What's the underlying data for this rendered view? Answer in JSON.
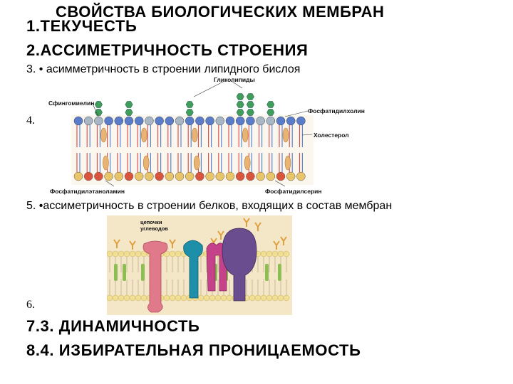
{
  "slide": {
    "title": "СВОЙСТВА БИОЛОГИЧЕСКИХ МЕМБРАН",
    "items": {
      "i1": "1.ТЕКУЧЕСТЬ",
      "i2": "2.АССИМЕТРИЧНОСТЬ СТРОЕНИЯ",
      "i3": "3.  • асимметричность в строении липидного бислоя",
      "i4": "4.",
      "i5": "5.  •ассиметричность в строении белков, входящих в  состав мембран",
      "i6": "6.",
      "i7": "7.3. ДИНАМИЧНОСТЬ",
      "i8": "8.4. ИЗБИРАТЕЛЬНАЯ ПРОНИЦАЕМОСТЬ"
    }
  },
  "lipid_figure": {
    "labels": {
      "glycolipids": "Гликолипиды",
      "sphingomyelin": "Сфингомиелин",
      "phosphatidylcholine": "Фосфатидилхолин",
      "cholesterol": "Холестерол",
      "phosphatidylethanolamine": "Фосфатидилэтаноламин",
      "phosphatidylserine": "Фосфатидилсерин"
    },
    "colors": {
      "sugar": "#3f9e5a",
      "head_blue": "#5b7cc9",
      "head_grey": "#a9b6c4",
      "head_yellow": "#e8c46a",
      "head_red": "#d9553e",
      "cholesterol": "#e9b473"
    }
  },
  "protein_figure": {
    "labels": {
      "carbohydrate_chains": "цепочки\nуглеводов"
    },
    "colors": {
      "background": "#f4e7c8",
      "lipid_head": "#f1df93",
      "protein_pink": "#e07a8b",
      "protein_teal": "#1d8fa8",
      "protein_magenta": "#c5428a",
      "protein_violet": "#6a4d8f",
      "protein_green": "#8cbe53",
      "sugar": "#e0a040"
    }
  }
}
